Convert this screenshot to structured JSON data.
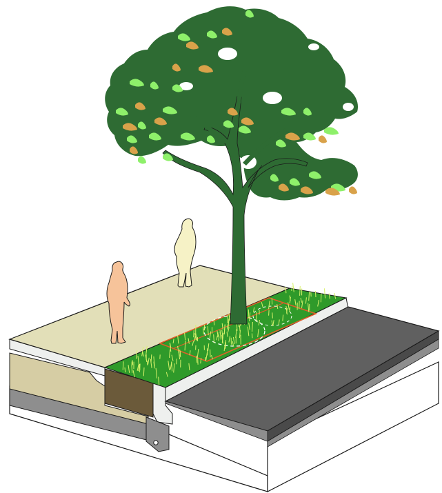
{
  "colors": {
    "background": "#ffffff",
    "sidewalk": "#e2dfb8",
    "soil": "#d6cda4",
    "planting_pit": "#6b5a3a",
    "grass": "#2f9a2a",
    "grass_blades": "#d8f26a",
    "curb": "#eef0ee",
    "asphalt": "#606060",
    "asphalt_base": "#8e8e8e",
    "block_side": "#ffffff",
    "tree_trunk": "#2e6b33",
    "tree_canopy": "#2e6b33",
    "leaf_highlight": "#8ef06a",
    "leaf_autumn": "#d9a24a",
    "tree_grate_outline": "#e0602a",
    "person_front": "#f6c39a",
    "person_back": "#f6f2c6",
    "outline": "#1a1a1a"
  },
  "icons": {
    "person_front": "pedestrian-figure",
    "person_back": "pedestrian-figure",
    "tree": "deciduous-tree"
  }
}
